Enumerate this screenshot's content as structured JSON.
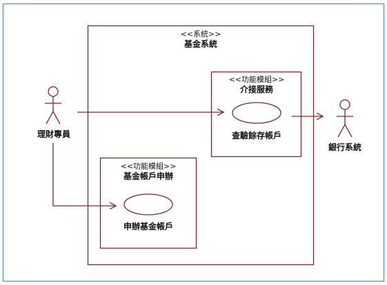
{
  "colors": {
    "frame": "#5fa5c7",
    "line": "#7a2a2a",
    "text": "#111111",
    "background": "#ffffff"
  },
  "system": {
    "stereotype": "<<系統>>",
    "name": "基金系統"
  },
  "modules": [
    {
      "stereotype": "<<功能模組>>",
      "name": "介接服務",
      "use_case": "查驗餘存帳戶"
    },
    {
      "stereotype": "<<功能模組>>",
      "name": "基金帳戶申辦",
      "use_case": "申辦基金帳戶"
    }
  ],
  "actors": [
    {
      "name": "理財專員",
      "icon": "stick-figure-icon"
    },
    {
      "name": "銀行系統",
      "icon": "stick-figure-icon"
    }
  ]
}
